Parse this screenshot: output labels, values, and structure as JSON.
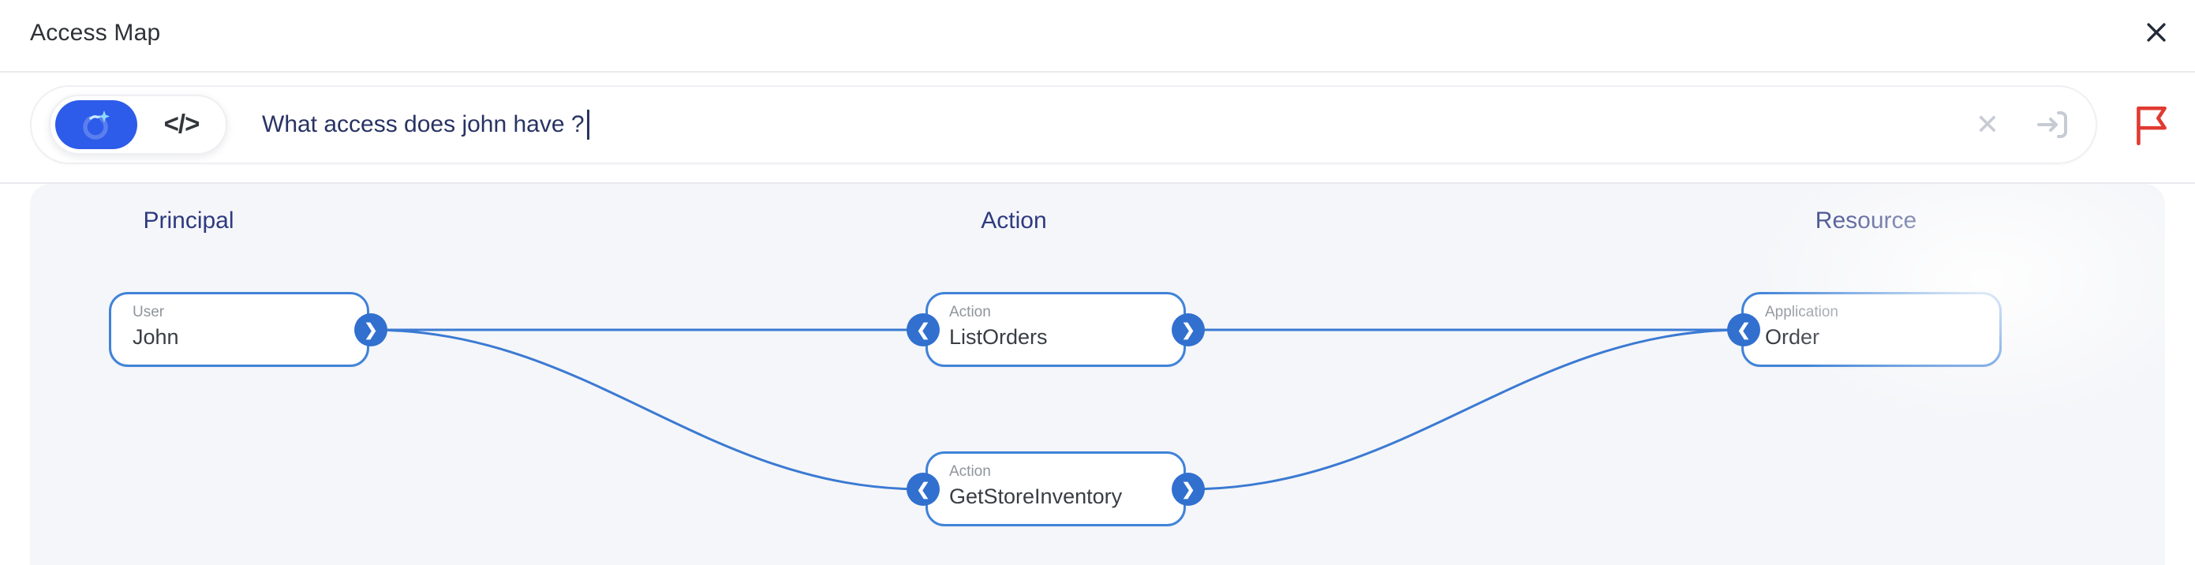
{
  "header": {
    "title": "Access Map"
  },
  "search": {
    "query": "What access does john have ?",
    "code_mode_label": "</>"
  },
  "icons": {
    "close": "✕",
    "clear": "✕",
    "chevron_right": "❯",
    "chevron_left": "❮"
  },
  "diagram": {
    "columns": [
      {
        "label": "Principal"
      },
      {
        "label": "Action"
      },
      {
        "label": "Resource"
      }
    ],
    "nodes": [
      {
        "id": "john",
        "type": "User",
        "name": "John"
      },
      {
        "id": "listorders",
        "type": "Action",
        "name": "ListOrders"
      },
      {
        "id": "getstoreinventory",
        "type": "Action",
        "name": "GetStoreInventory"
      },
      {
        "id": "order",
        "type": "Application",
        "name": "Order"
      }
    ],
    "edges": [
      {
        "from": "john",
        "to": "listorders"
      },
      {
        "from": "john",
        "to": "getstoreinventory"
      },
      {
        "from": "listorders",
        "to": "order"
      },
      {
        "from": "getstoreinventory",
        "to": "order"
      }
    ],
    "colors": {
      "edge": "#3b7ad3",
      "node_border": "#4083d8",
      "port": "#3170cf",
      "column_header": "#2e3a80",
      "canvas_bg": "#f5f6f9",
      "ai_pill": "#2d5bea",
      "flag": "#e03a31"
    }
  }
}
